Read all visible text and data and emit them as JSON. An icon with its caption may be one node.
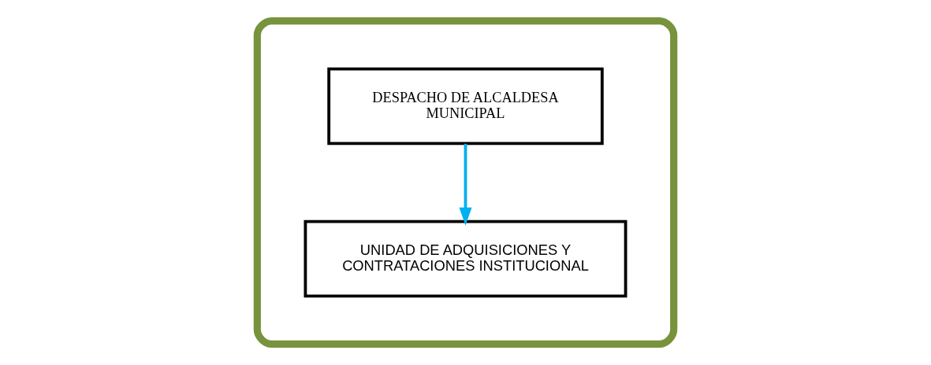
{
  "diagram": {
    "nodes": [
      {
        "text": [],
        "shape": "box"
      },
      {
        "text": [
          "DESPACHO DE ALCALDESA MUNICIPAL"
        ],
        "in": 0
      },
      {
        "text": [
          "UNIDAD DE ADQUISICIONES Y CONTRATACIONES INSTITUCIONAL"
        ],
        "in": 0
      }
    ],
    "edges": [
      {
        "from": 1,
        "to": 2,
        "arrow": "to",
        "color": "#00b0f0"
      }
    ]
  }
}
